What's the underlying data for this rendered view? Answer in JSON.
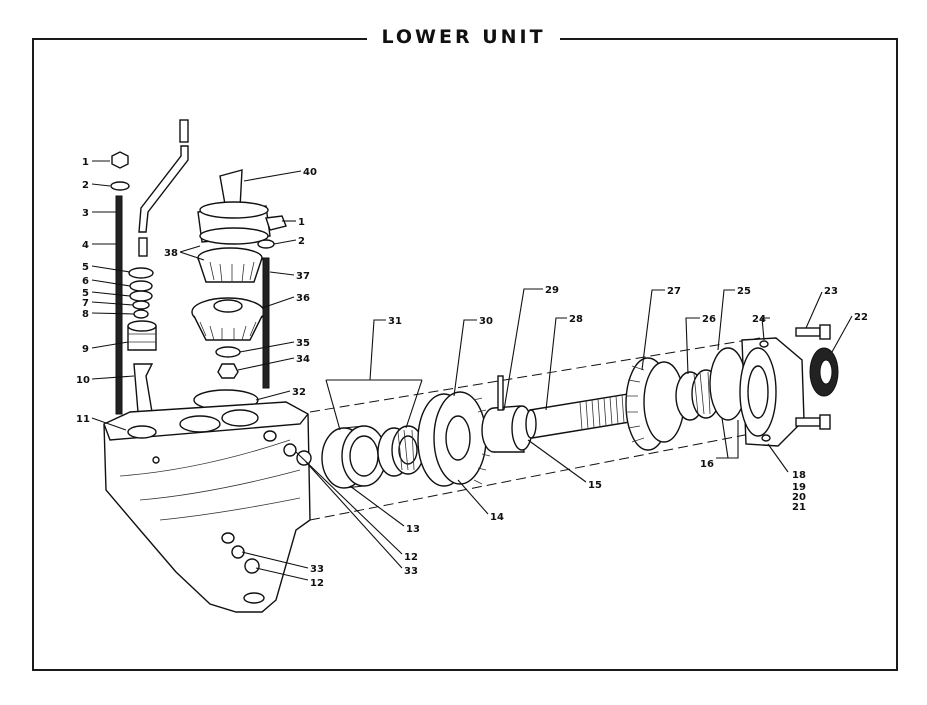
{
  "title": "LOWER UNIT",
  "callouts": {
    "c1a": "1",
    "c2a": "2",
    "c3": "3",
    "c4": "4",
    "c5a": "5",
    "c6": "6",
    "c5b": "5",
    "c7": "7",
    "c8": "8",
    "c9": "9",
    "c10": "10",
    "c11": "11",
    "c40": "40",
    "c1b": "1",
    "c2b": "2",
    "c38": "38",
    "c37": "37",
    "c36": "36",
    "c35": "35",
    "c34": "34",
    "c32": "32",
    "c31": "31",
    "c30": "30",
    "c29": "29",
    "c28": "28",
    "c27": "27",
    "c26": "26",
    "c25": "25",
    "c24": "24",
    "c23": "23",
    "c22": "22",
    "c16": "16",
    "c18": "18",
    "c19": "19",
    "c20": "20",
    "c21": "21",
    "c15": "15",
    "c14": "14",
    "c13": "13",
    "c12a": "12",
    "c33a": "33",
    "c33b": "33",
    "c12b": "12"
  }
}
